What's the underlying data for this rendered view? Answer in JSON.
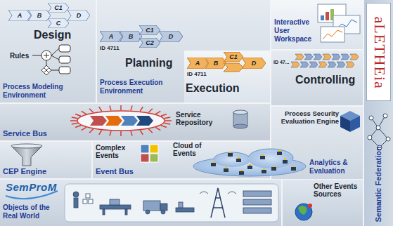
{
  "diagram": {
    "nodes": [
      {
        "text": [
          "Design",
          "Process Modeling Environment"
        ]
      },
      {
        "text": [
          "A"
        ],
        "in": 0
      },
      {
        "text": [
          "B"
        ],
        "in": 0
      },
      {
        "text": [
          "C1"
        ],
        "in": 0
      },
      {
        "text": [
          "C"
        ],
        "in": 0
      },
      {
        "text": [
          "D"
        ],
        "in": 0
      },
      {
        "text": [
          "Planning",
          "Process Execution Environment"
        ]
      },
      {
        "text": [
          "A"
        ],
        "in": 6
      },
      {
        "text": [
          "B"
        ],
        "in": 6
      },
      {
        "text": [
          "C1"
        ],
        "in": 6
      },
      {
        "text": [
          "C2"
        ],
        "in": 6
      },
      {
        "text": [
          "D"
        ],
        "in": 6
      },
      {
        "text": [
          "Execution"
        ],
        "in": 6
      },
      {
        "text": [
          "A"
        ],
        "in": 12
      },
      {
        "text": [
          "B"
        ],
        "in": 12
      },
      {
        "text": [
          "C1"
        ],
        "in": 12
      },
      {
        "text": [
          "D"
        ],
        "in": 12
      },
      {
        "text": [
          "Interactive User Workspace"
        ]
      },
      {
        "text": [
          "Controlling"
        ]
      },
      {
        "text": [
          "Service Bus",
          "Service Repository"
        ]
      },
      {
        "text": [
          "CEP Engine"
        ]
      },
      {
        "text": [
          "Complex Events",
          "Cloud of Events",
          "Event Bus"
        ]
      },
      {
        "text": [
          "Process Security Evaluation Engine",
          "Analytics & Evaluation"
        ]
      },
      {
        "text": [
          "SemProM",
          "Objects of the Real World"
        ]
      },
      {
        "text": [
          "Other Events Sources"
        ]
      },
      {
        "text": [
          "Semantic Federation"
        ]
      },
      {
        "text": [
          "aLETHEia"
        ],
        "in": 25
      }
    ],
    "labels": [
      "Rules",
      "ID 4711",
      "ID 4711",
      "ID 47..."
    ]
  }
}
